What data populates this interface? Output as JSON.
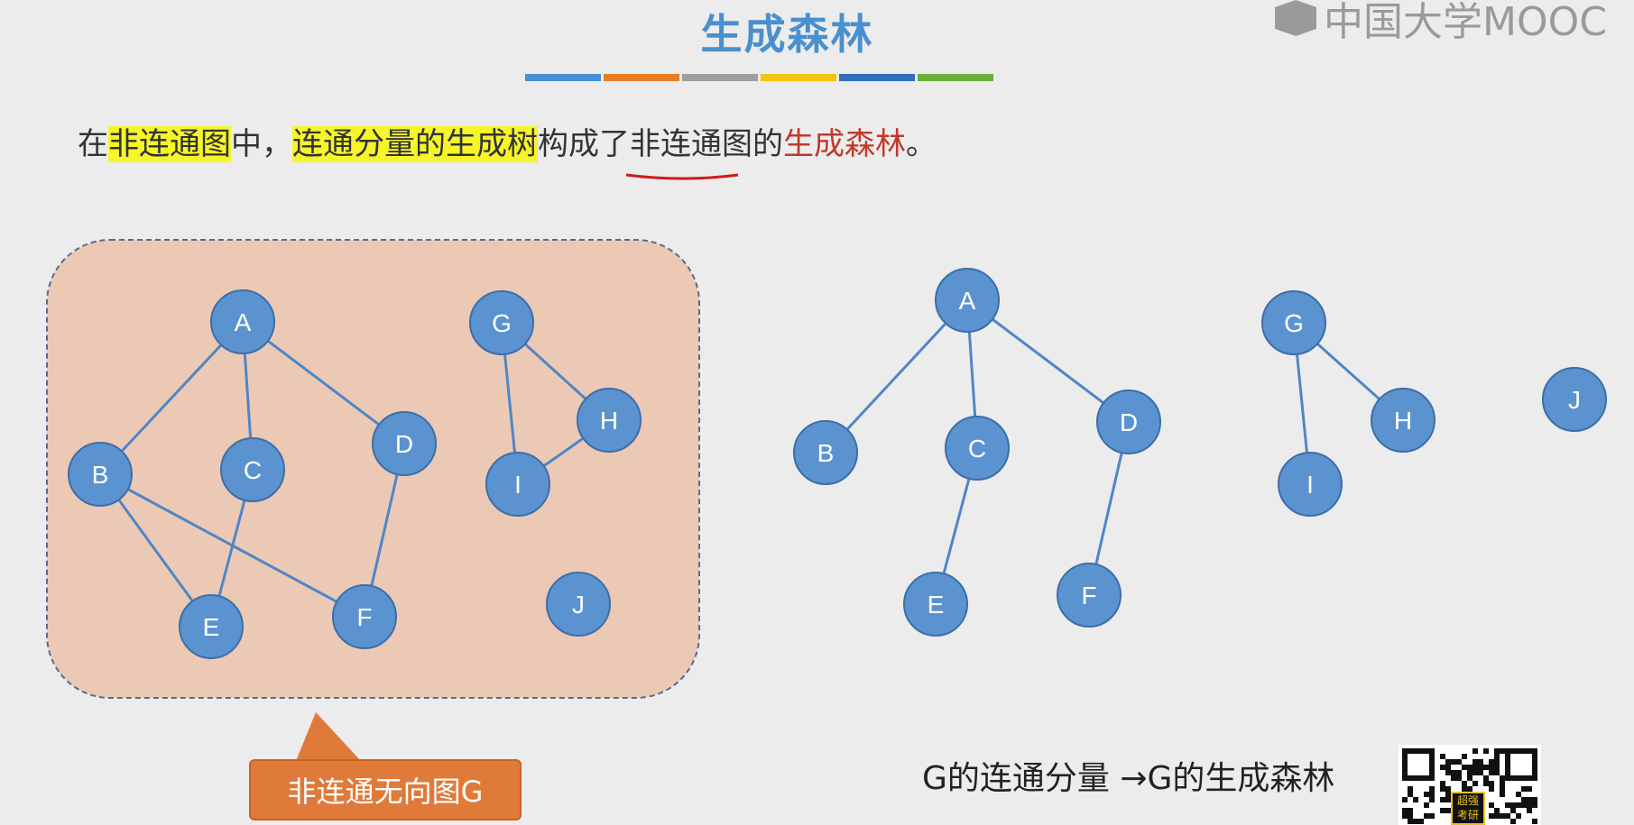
{
  "title": "生成森林",
  "color_bar": [
    "#4a90d9",
    "#e67e22",
    "#9e9e9e",
    "#f1c40f",
    "#2e6dbf",
    "#6aaf3a"
  ],
  "sentence": {
    "p1": "在",
    "p2": "非连通图",
    "p3": "中，",
    "p4": "连通分量的生成树",
    "p5": "构成了",
    "p6": "非连通图",
    "p7": "的",
    "p8": "生成森林",
    "p9": "。"
  },
  "logo": "中国大学MOOC",
  "graph_g": {
    "nodes": [
      {
        "id": "A",
        "label": "A"
      },
      {
        "id": "B",
        "label": "B"
      },
      {
        "id": "C",
        "label": "C"
      },
      {
        "id": "D",
        "label": "D"
      },
      {
        "id": "E",
        "label": "E"
      },
      {
        "id": "F",
        "label": "F"
      },
      {
        "id": "G",
        "label": "G"
      },
      {
        "id": "H",
        "label": "H"
      },
      {
        "id": "I",
        "label": "I"
      },
      {
        "id": "J",
        "label": "J"
      }
    ],
    "edges": [
      [
        "A",
        "B"
      ],
      [
        "A",
        "C"
      ],
      [
        "A",
        "D"
      ],
      [
        "B",
        "E"
      ],
      [
        "B",
        "F"
      ],
      [
        "C",
        "E"
      ],
      [
        "D",
        "F"
      ],
      [
        "G",
        "H"
      ],
      [
        "G",
        "I"
      ],
      [
        "H",
        "I"
      ]
    ]
  },
  "forest": {
    "nodes": [
      {
        "id": "A",
        "label": "A"
      },
      {
        "id": "B",
        "label": "B"
      },
      {
        "id": "C",
        "label": "C"
      },
      {
        "id": "D",
        "label": "D"
      },
      {
        "id": "E",
        "label": "E"
      },
      {
        "id": "F",
        "label": "F"
      },
      {
        "id": "G",
        "label": "G"
      },
      {
        "id": "H",
        "label": "H"
      },
      {
        "id": "I",
        "label": "I"
      },
      {
        "id": "J",
        "label": "J"
      }
    ],
    "edges": [
      [
        "A",
        "B"
      ],
      [
        "A",
        "C"
      ],
      [
        "A",
        "D"
      ],
      [
        "C",
        "E"
      ],
      [
        "D",
        "F"
      ],
      [
        "G",
        "H"
      ],
      [
        "G",
        "I"
      ]
    ]
  },
  "note": "非连通无向图G",
  "caption": "G的连通分量  →G的生成森林",
  "qr_badge": "超强考研"
}
